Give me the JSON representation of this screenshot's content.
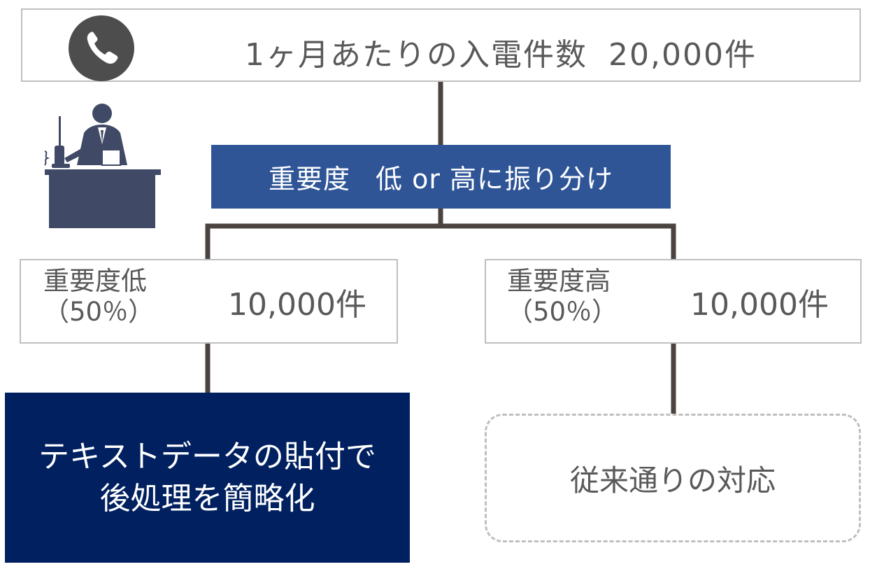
{
  "top": {
    "label": "1ヶ月あたりの入電件数",
    "count": "20,000件"
  },
  "sort": {
    "label_a": "重要度",
    "label_b": "低 or 高に振り分け"
  },
  "low": {
    "label": "重要度低",
    "pct": "（50％）",
    "count": "10,000件"
  },
  "high": {
    "label": "重要度高",
    "pct": "（50％）",
    "count": "10,000件"
  },
  "low_action": {
    "line1": "テキストデータの貼付で",
    "line2": "後処理を簡略化"
  },
  "high_action": {
    "label": "従来通りの対応"
  },
  "icons": {
    "phone": "phone-icon",
    "operator": "operator-at-desk-icon"
  },
  "colors": {
    "sort_fill": "#2f5597",
    "action_fill": "#002060",
    "connector": "#4b4340",
    "border": "#bfbfbf",
    "text": "#595959",
    "icon": "#404a66"
  }
}
